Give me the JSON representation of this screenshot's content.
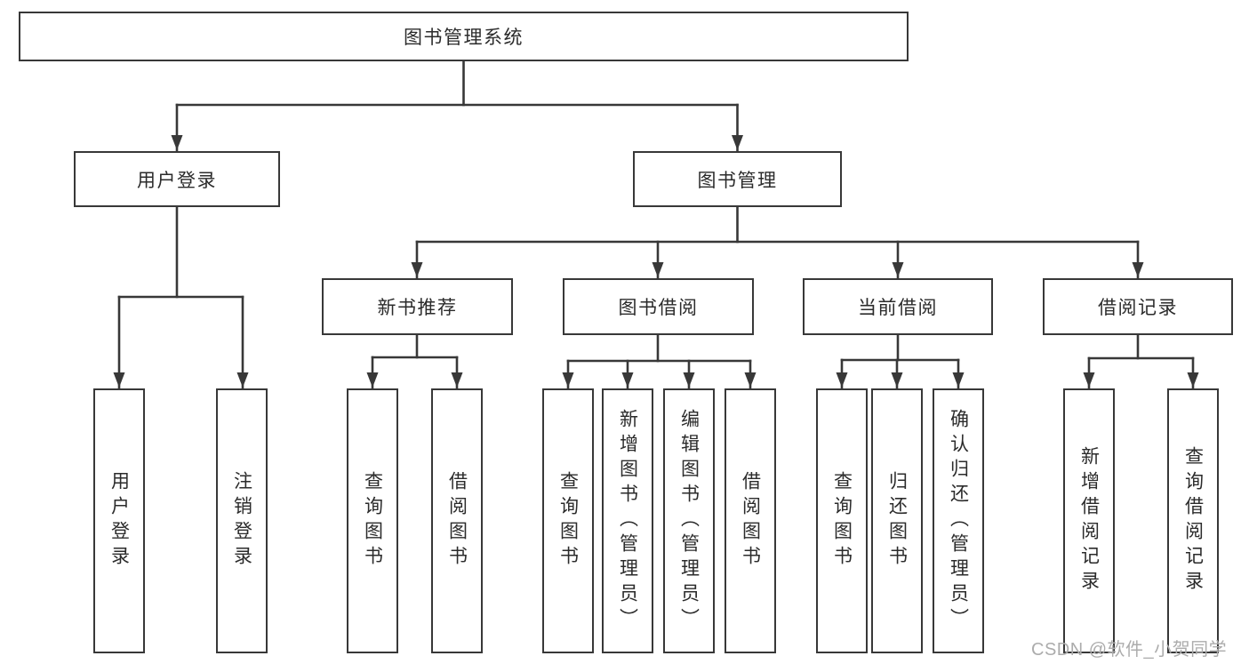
{
  "tree": {
    "label": "图书管理系统",
    "children": [
      {
        "label": "用户登录",
        "children": [
          {
            "label": "用户登录"
          },
          {
            "label": "注销登录"
          }
        ]
      },
      {
        "label": "图书管理",
        "children": [
          {
            "label": "新书推荐",
            "children": [
              {
                "label": "查询图书"
              },
              {
                "label": "借阅图书"
              }
            ]
          },
          {
            "label": "图书借阅",
            "children": [
              {
                "label": "查询图书"
              },
              {
                "label": "新增图书（管理员）"
              },
              {
                "label": "编辑图书（管理员）"
              },
              {
                "label": "借阅图书"
              }
            ]
          },
          {
            "label": "当前借阅",
            "children": [
              {
                "label": "查询图书"
              },
              {
                "label": "归还图书"
              },
              {
                "label": "确认归还（管理员）"
              }
            ]
          },
          {
            "label": "借阅记录",
            "children": [
              {
                "label": "新增借阅记录"
              },
              {
                "label": "查询借阅记录"
              }
            ]
          }
        ]
      }
    ]
  },
  "watermark": {
    "text": "CSDN @软件_小贺同学"
  },
  "colors": {
    "line": "#383838",
    "box_border": "#383838",
    "box_fill": "#ffffff",
    "text": "#2b2b2b",
    "watermark": "#acacac",
    "background": "#ffffff"
  }
}
